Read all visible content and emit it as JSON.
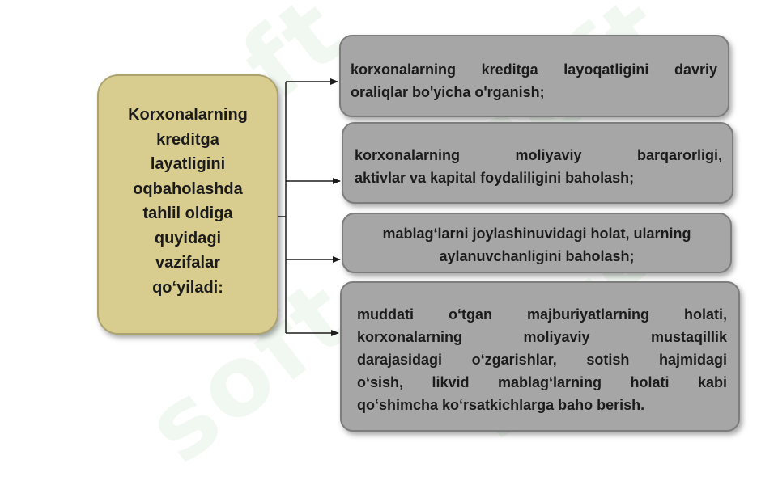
{
  "main_box": {
    "lines": [
      "Korxonalarning",
      "kreditga",
      "layatligini",
      "oqbaholashda",
      "tahlil oldiga",
      "quyidagi",
      "vazifalar",
      "qo‘yiladi:"
    ]
  },
  "tasks": [
    {
      "lines": [
        "korxonalarning kreditga layoqatligini davriy",
        "oraliqlar bo'yicha o'rganish;"
      ]
    },
    {
      "lines": [
        "korxonalarning moliyaviy barqarorligi,",
        "aktivlar va kapital foydaliligini baholash;"
      ]
    },
    {
      "lines": [
        "mablag‘larni joylashinuvidagi holat, ularning",
        "aylanuvchanligini baholash;"
      ]
    },
    {
      "lines": [
        "muddati o‘tgan majburiyatlarning holati,",
        "korxonalarning moliyaviy mustaqillik",
        "darajasidagi o‘zgarishlar, sotish hajmidagi",
        "o‘sish, likvid mablag‘larning holati kabi",
        "qo‘shimcha ko‘rsatkichlarga baho berish."
      ]
    }
  ],
  "colors": {
    "main_fill": "#d8cc8f",
    "task_fill": "#a6a6a6",
    "connector": "#1b1b1b"
  }
}
